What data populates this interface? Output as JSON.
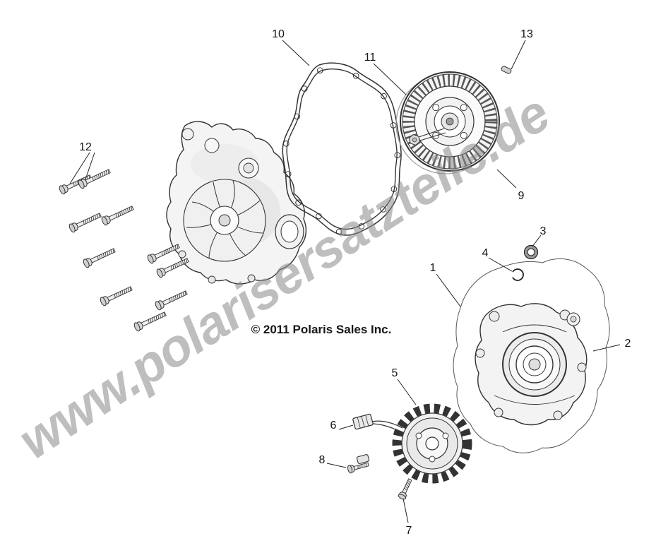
{
  "diagram": {
    "watermark": "www.polarisersatzteile.de",
    "copyright": "© 2011 Polaris Sales Inc.",
    "colors": {
      "line": "#333333",
      "watermark_gray": "#8a8a8a",
      "background": "#ffffff"
    },
    "callouts": [
      {
        "label": "1"
      },
      {
        "label": "2"
      },
      {
        "label": "3"
      },
      {
        "label": "4"
      },
      {
        "label": "5"
      },
      {
        "label": "6"
      },
      {
        "label": "7"
      },
      {
        "label": "8"
      },
      {
        "label": "9"
      },
      {
        "label": "10"
      },
      {
        "label": "11"
      },
      {
        "label": "12"
      },
      {
        "label": "13"
      }
    ]
  }
}
